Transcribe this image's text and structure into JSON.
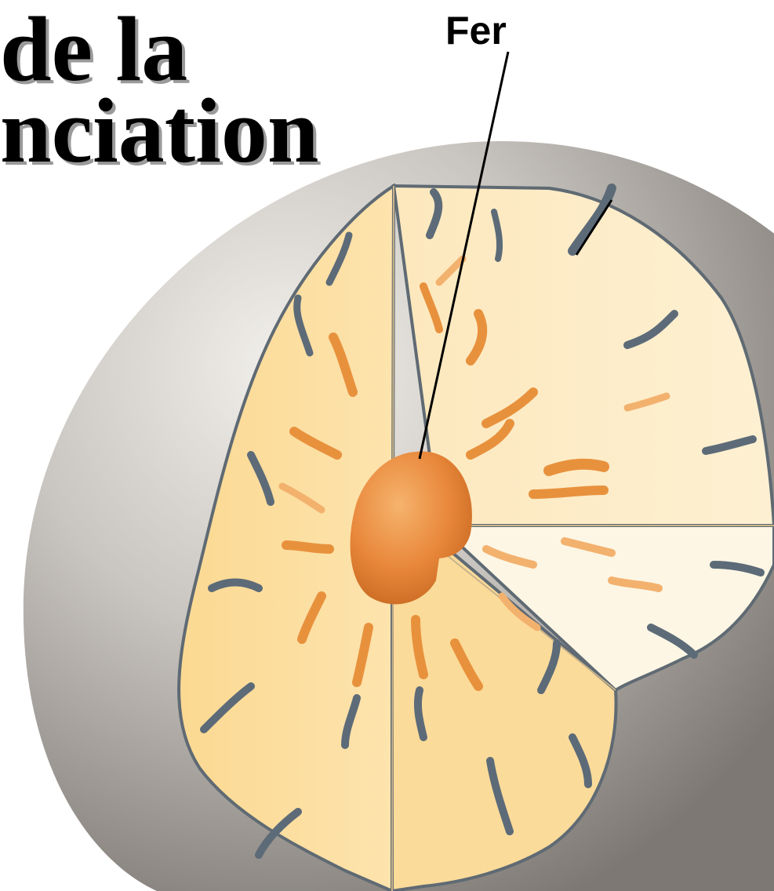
{
  "title": {
    "line1": "de la",
    "line2": "nciation"
  },
  "labels": {
    "core": "Fer"
  },
  "colors": {
    "sphere_gray": "#a9a49f",
    "cut_face": "#fbdb9a",
    "cut_face_light": "#fdebc4",
    "cut_face_white": "#fdf6e4",
    "core_orange": "#e8873a",
    "dark_tadpole": "#5d6b78",
    "orange_tadpole": "#e8913d",
    "light_orange_tadpole": "#f3b16e"
  }
}
